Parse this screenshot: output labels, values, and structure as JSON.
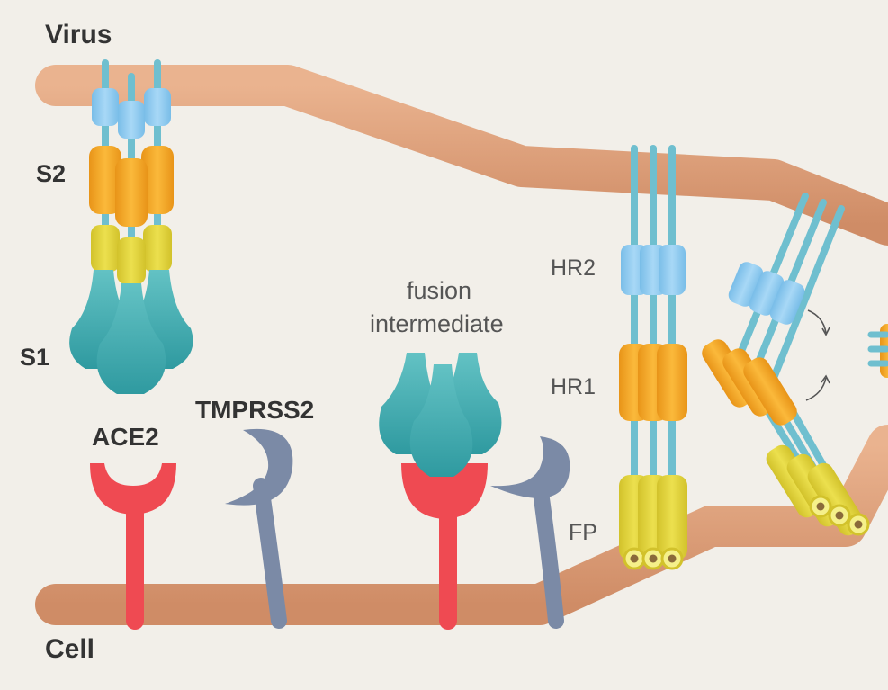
{
  "labels": {
    "virus": "Virus",
    "cell": "Cell",
    "s2": "S2",
    "s1": "S1",
    "ace2": "ACE2",
    "tmprss2": "TMPRSS2",
    "fusion_line1": "fusion",
    "fusion_line2": "intermediate",
    "hr2": "HR2",
    "hr1": "HR1",
    "fp": "FP"
  },
  "colors": {
    "background": "#f2efe9",
    "membrane": "#e3a57d",
    "membrane_shade": "#c98560",
    "hr2_blue": "#8ecbf0",
    "hr1_orange": "#f5a623",
    "fp_yellow": "#e3d33a",
    "s1_teal": "#4db0b0",
    "ace2_red": "#ef4a52",
    "tmprss2_gray": "#7b8aa6",
    "stalk_teal": "#6fbfcf"
  }
}
